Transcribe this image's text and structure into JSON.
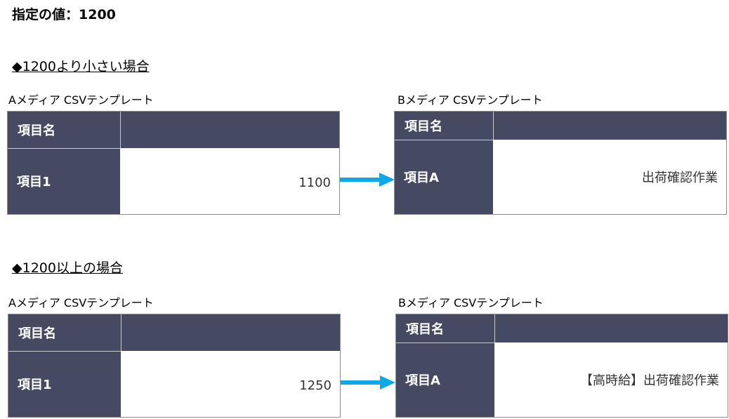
{
  "spec_value_label": "指定の値：1200",
  "colors": {
    "header_fill": "#454962",
    "arrow": "#0fa8e6",
    "border": "#8c8c8c"
  },
  "sections": [
    {
      "heading": "◆1200より小さい場合",
      "source": {
        "caption": "Aメディア CSVテンプレート",
        "header_label": "項目名",
        "header_value": "",
        "row_label": "項目1",
        "row_value": "1100"
      },
      "target": {
        "caption": "Bメディア CSVテンプレート",
        "header_label": "項目名",
        "header_value": "",
        "row_label": "項目A",
        "row_value": "出荷確認作業"
      }
    },
    {
      "heading": "◆1200以上の場合",
      "source": {
        "caption": "Aメディア CSVテンプレート",
        "header_label": "項目名",
        "header_value": "",
        "row_label": "項目1",
        "row_value": "1250"
      },
      "target": {
        "caption": "Bメディア CSVテンプレート",
        "header_label": "項目名",
        "header_value": "",
        "row_label": "項目A",
        "row_value": "【高時給】出荷確認作業"
      }
    }
  ]
}
